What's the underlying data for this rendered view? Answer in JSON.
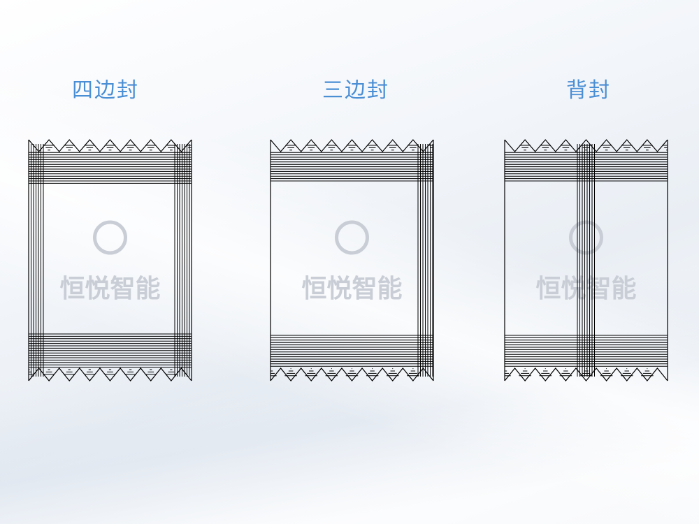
{
  "colors": {
    "title": "#4a8ed4",
    "line": "#000000",
    "watermark": "#c9ced6"
  },
  "watermark": "恒悦智能",
  "bags": [
    {
      "title": "四边封",
      "type": "four-side-seal"
    },
    {
      "title": "三边封",
      "type": "three-side-seal"
    },
    {
      "title": "背封",
      "type": "back-seal"
    }
  ]
}
